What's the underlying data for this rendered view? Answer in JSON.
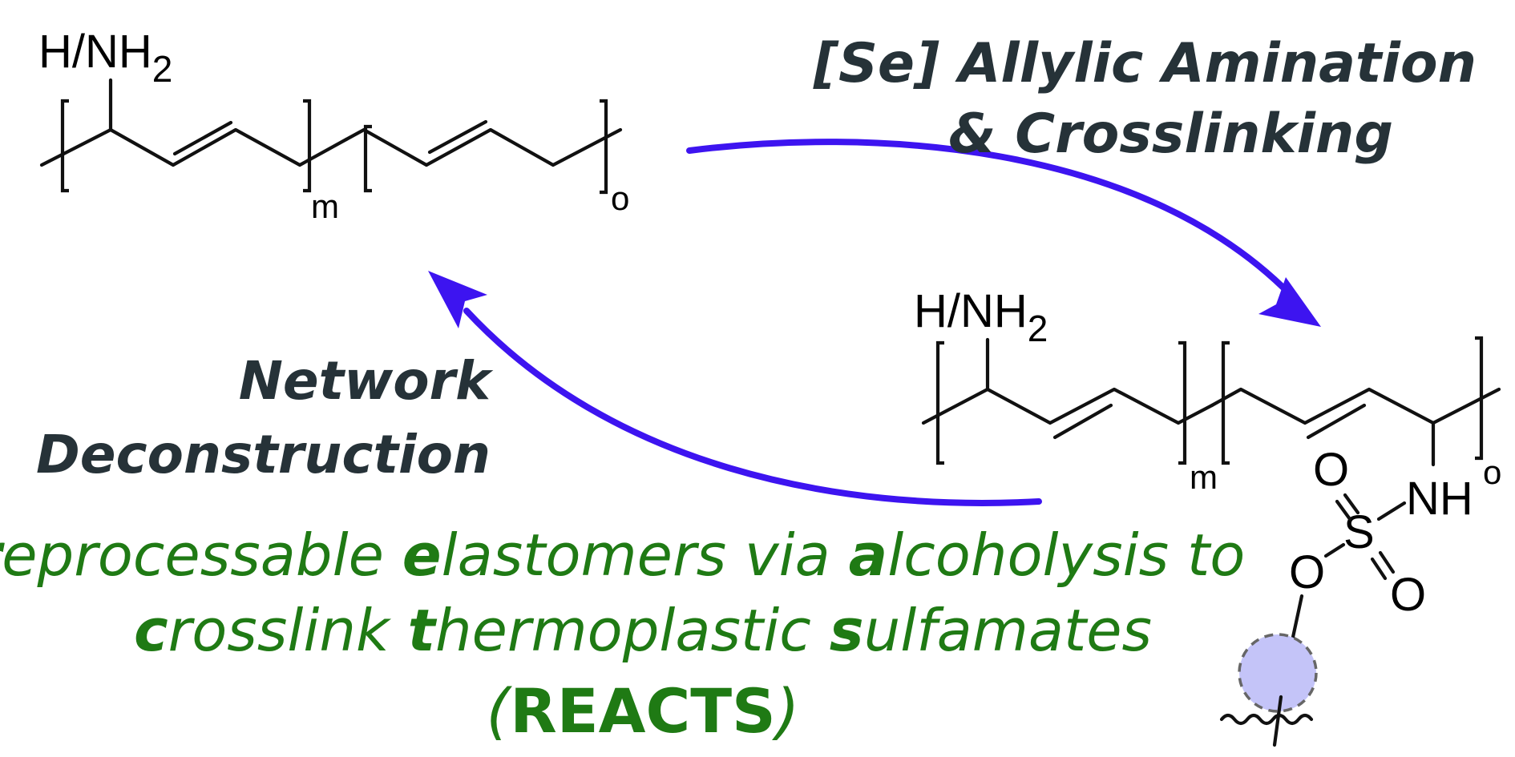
{
  "polymer_top": {
    "substituent": "H/NH",
    "substituent_sub": "2",
    "repeat_m": "m",
    "repeat_o": "o"
  },
  "polymer_bottom": {
    "substituent": "H/NH",
    "substituent_sub": "2",
    "repeat_m": "m",
    "repeat_o": "o",
    "atom_O1": "O",
    "atom_O2": "O",
    "atom_O3": "O",
    "atom_S": "S",
    "atom_NH": "NH"
  },
  "forward_label": {
    "line1": "[Se] Allylic Amination",
    "line2": "& Crosslinking"
  },
  "reverse_label": {
    "line1": "Network",
    "line2": "Deconstruction"
  },
  "acronym": {
    "line1_parts": [
      "r",
      "eprocessable ",
      "e",
      "lastomers via ",
      "a",
      "lcoholysis to"
    ],
    "line2_parts": [
      "c",
      "rosslink ",
      "t",
      "hermoplastic ",
      "s",
      "ulfamates"
    ],
    "line3_open": "(",
    "line3_word": "REACTS",
    "line3_close": ")"
  },
  "colors": {
    "arrow": "#3d14f0",
    "green": "#1f7a14",
    "label": "#263238",
    "crosslinker_fill": "#c4c4f8",
    "crosslinker_stroke": "#666666"
  }
}
